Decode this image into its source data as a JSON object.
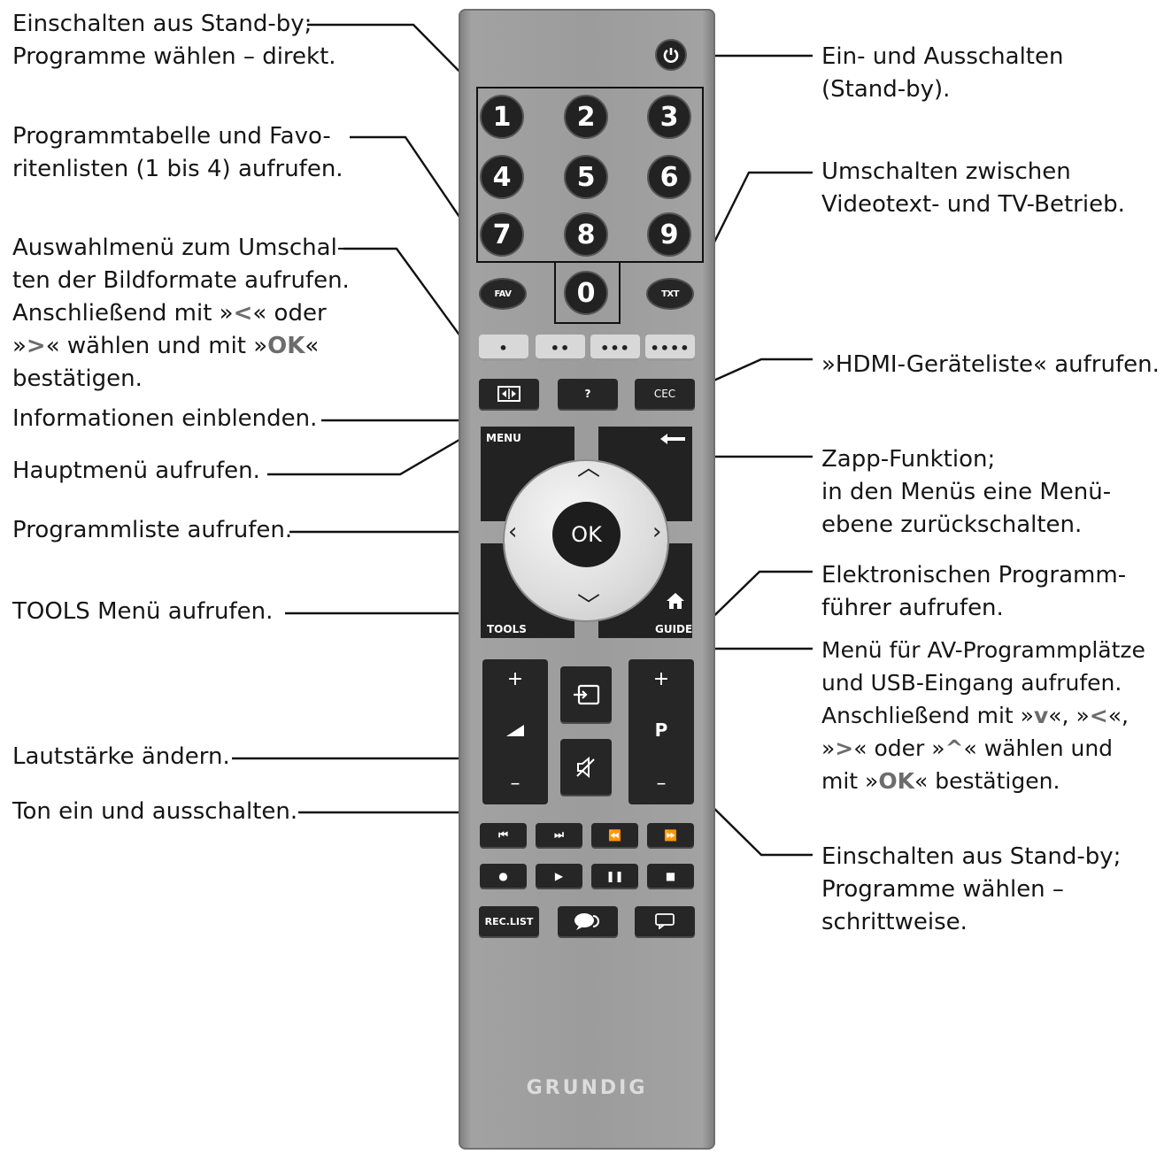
{
  "annotations": {
    "standby_direct": [
      "Einschalten aus Stand-by;",
      "Programme wählen – direkt."
    ],
    "power": [
      "Ein- und Ausschalten",
      "(Stand-by)."
    ],
    "fav": [
      "Programmtabelle  und  Favo-",
      "ritenlisten (1 bis 4) aufrufen."
    ],
    "txt": [
      "Umschalten zwischen",
      "Videotext- und TV-Betrieb."
    ],
    "format_1": "Auswahlmenü zum Umschal-",
    "format_2": "ten der Bildformate aufrufen.",
    "format_3a": "Anschließend mit »",
    "format_3b": "« oder",
    "format_4a": "»",
    "format_4b": "« wählen und mit »",
    "format_4c": "«",
    "format_5": "bestätigen.",
    "hdmi": "»HDMI-Geräteliste« aufrufen.",
    "info": "Informationen einblenden.",
    "menu": "Hauptmenü aufrufen.",
    "zapp": [
      " Zapp-Funktion;",
      "in den Menüs eine Menü-",
      "ebene zurückschalten."
    ],
    "proglist": "Programmliste aufrufen.",
    "epg": [
      "Elektronischen Programm-",
      "führer aufrufen."
    ],
    "tools": "TOOLS Menü aufrufen.",
    "av_1": " Menü für AV-Programmplätze",
    "av_2": "und USB-Eingang aufrufen.",
    "av_3a": "Anschließend mit »",
    "av_3b": "«, »",
    "av_3c": "«,",
    "av_4a": "»",
    "av_4b": "« oder »",
    "av_4c": "« wählen und",
    "av_5a": "mit »",
    "av_5b": "« bestätigen.",
    "volume": "Lautstärke ändern.",
    "mute": "Ton ein und ausschalten.",
    "standby_step": [
      "Einschalten aus Stand-by;",
      "Programme wählen –",
      "schrittweise."
    ],
    "glyph_left": "<",
    "glyph_right": ">",
    "glyph_down": "v",
    "glyph_up": "^",
    "glyph_ok": "OK"
  },
  "remote": {
    "power_icon": "power-icon",
    "digits": [
      "1",
      "2",
      "3",
      "4",
      "5",
      "6",
      "7",
      "8",
      "9",
      "0"
    ],
    "fav_label": "FAV",
    "txt_label": "TXT",
    "color_keys": [
      "•",
      "••",
      "•••",
      "••••"
    ],
    "format_icon": "aspect-ratio-icon",
    "info_label": "?",
    "cec_label": "CEC",
    "menu_label": "MENU",
    "back_icon": "back-arrow-icon",
    "ok_label": "OK",
    "tools_label": "TOOLS",
    "guide_label": "GUIDE",
    "source_icon": "source-input-icon",
    "mute_icon": "mute-icon",
    "vol_plus": "+",
    "vol_minus": "–",
    "prog_plus": "+",
    "prog_label": "P",
    "prog_minus": "–",
    "media_row1": [
      "skip-back-icon",
      "skip-forward-icon",
      "rewind-icon",
      "fast-forward-icon"
    ],
    "media_row2": [
      "record-icon",
      "play-icon",
      "pause-icon",
      "stop-icon"
    ],
    "rec_list_label": "REC.LIST",
    "brand": "GRUNDIG"
  }
}
